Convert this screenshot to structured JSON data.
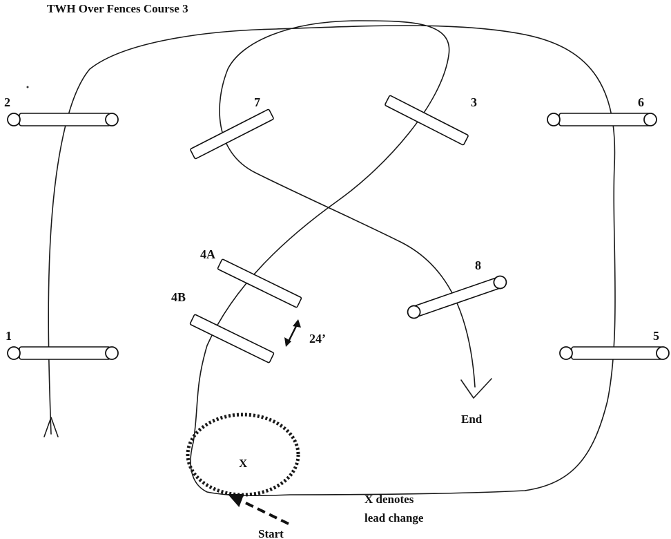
{
  "title": "TWH Over Fences Course 3",
  "jumps": {
    "j1": "1",
    "j2": "2",
    "j3": "3",
    "j4a": "4A",
    "j4b": "4B",
    "j5": "5",
    "j6": "6",
    "j7": "7",
    "j8": "8"
  },
  "distance_label": "24’",
  "lead_change_marker": "X",
  "start_label": "Start",
  "end_label": "End",
  "legend": {
    "line1": "X denotes",
    "line2": "lead change"
  },
  "colors": {
    "ink": "#111111",
    "background": "#ffffff"
  }
}
